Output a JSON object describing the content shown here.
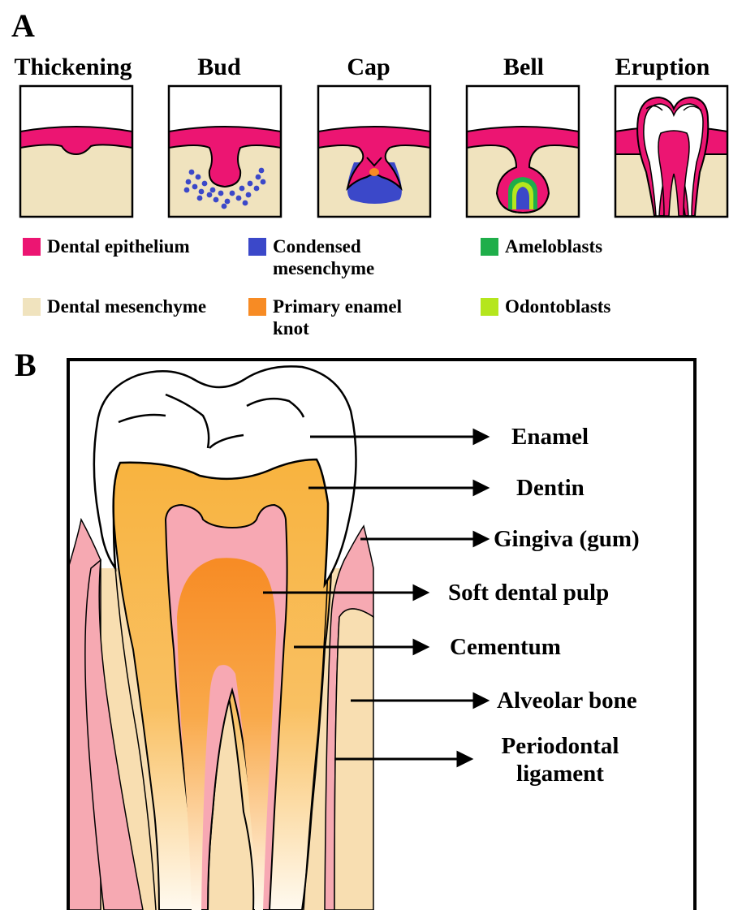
{
  "panel_a": {
    "letter": "A",
    "stages": [
      "Thickening",
      "Bud",
      "Cap",
      "Bell",
      "Eruption"
    ],
    "legend": [
      {
        "label": "Dental epithelium",
        "color": "#ec1572"
      },
      {
        "label": "Condensed mesenchyme",
        "color": "#3b48c9"
      },
      {
        "label": "Ameloblasts",
        "color": "#1fae4a"
      },
      {
        "label": "Dental mesenchyme",
        "color": "#f0e3be"
      },
      {
        "label": "Primary enamel knot",
        "color": "#f78b24"
      },
      {
        "label": "Odontoblasts",
        "color": "#b5e61d"
      }
    ]
  },
  "panel_b": {
    "letter": "B",
    "labels": [
      "Enamel",
      "Dentin",
      "Gingiva (gum)",
      "Soft dental pulp",
      "Cementum",
      "Alveolar bone",
      "Periodontal ligament"
    ]
  },
  "colors": {
    "epithelium": "#ec1572",
    "mesenchyme": "#f0e3be",
    "condensed": "#3b48c9",
    "knot": "#f78b24",
    "ameloblasts": "#1fae4a",
    "odontoblasts": "#b5e61d",
    "dentin": "#f8b33f",
    "gum": "#f6a9b2",
    "pulp": "#f7a8b3",
    "bone": "#f8deb1"
  }
}
